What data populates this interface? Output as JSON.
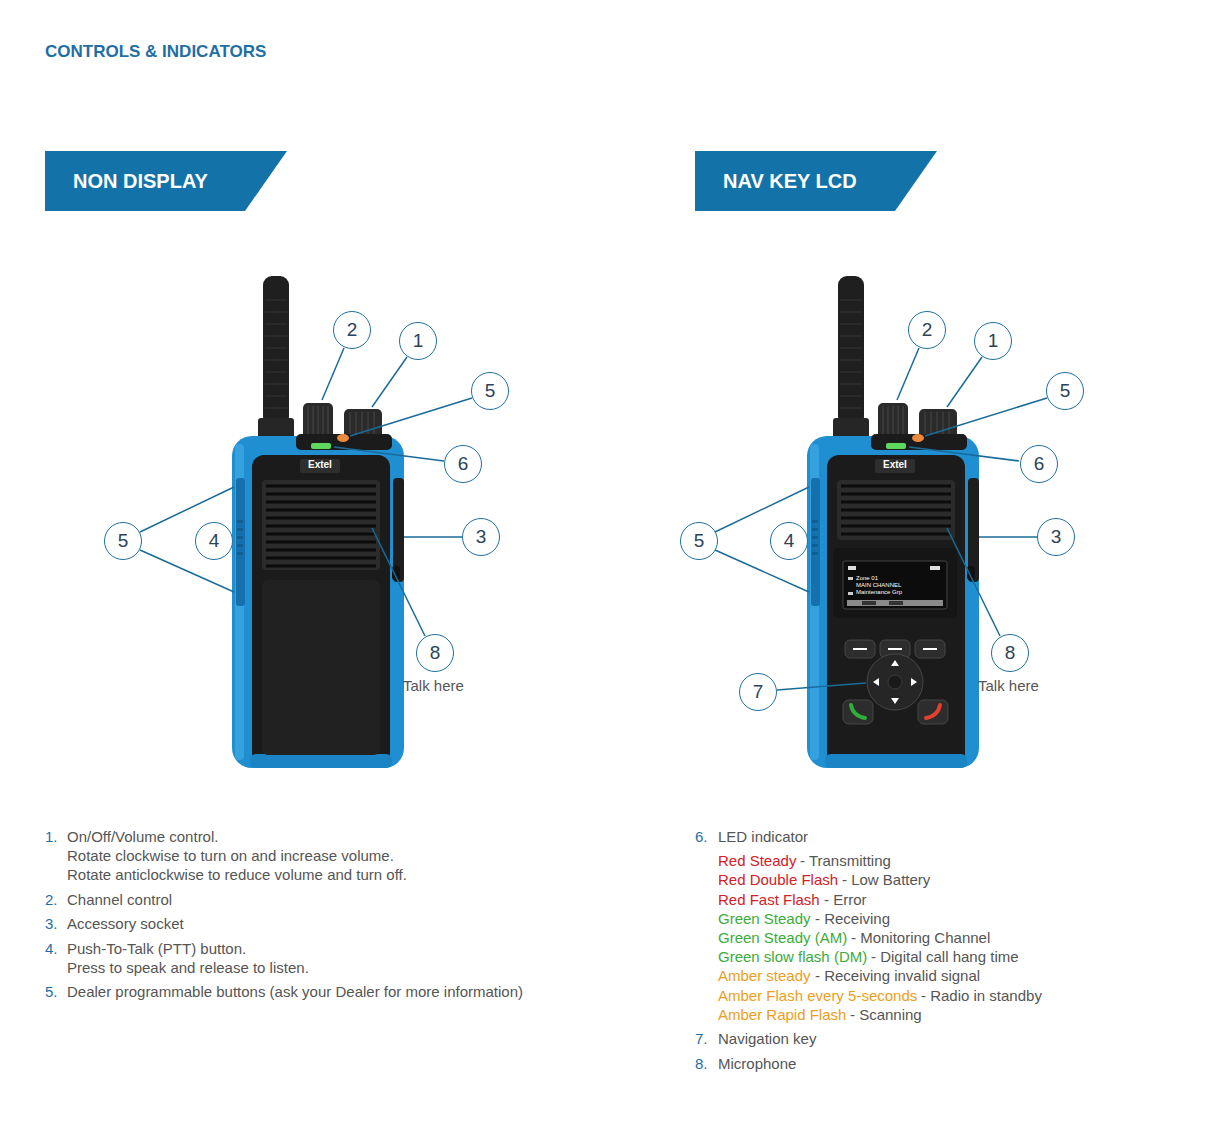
{
  "diagram": {
    "title": "CONTROLS & INDICATORS",
    "nodes": [
      {
        "text": [
          "NON DISPLAY"
        ]
      },
      {
        "text": [
          "NAV KEY LCD"
        ]
      },
      {
        "text": [
          "2"
        ]
      },
      {
        "text": [
          "1"
        ]
      },
      {
        "text": [
          "5"
        ]
      },
      {
        "text": [
          "6"
        ]
      },
      {
        "text": [
          "5"
        ]
      },
      {
        "text": [
          "4"
        ]
      },
      {
        "text": [
          "3"
        ]
      },
      {
        "text": [
          "8"
        ]
      },
      {
        "text": [
          "2"
        ]
      },
      {
        "text": [
          "1"
        ]
      },
      {
        "text": [
          "5"
        ]
      },
      {
        "text": [
          "6"
        ]
      },
      {
        "text": [
          "5"
        ]
      },
      {
        "text": [
          "4"
        ]
      },
      {
        "text": [
          "3"
        ]
      },
      {
        "text": [
          "8"
        ]
      },
      {
        "text": [
          "7"
        ]
      }
    ],
    "labels": [
      "Extel",
      "Extel",
      "Zone 01",
      "MAIN CHANNEL",
      "Maintenance Grp",
      "Talk here",
      "Talk here",
      "1.",
      "On/Off/Volume control.",
      "Rotate clockwise to turn on and increase volume.",
      "Rotate anticlockwise to reduce volume and turn off.",
      "2.",
      "Channel control",
      "3.",
      "Accessory socket",
      "4.",
      "Push-To-Talk (PTT) button.",
      "Press to speak and release to listen.",
      "5.",
      "Dealer programmable buttons (ask your Dealer for more information)",
      "6.",
      "LED indicator",
      "Red Steady",
      "- Transmitting",
      "Red Double Flash",
      "- Low Battery",
      "Red Fast Flash",
      "- Error",
      "Green Steady",
      "- Receiving",
      "Green Steady (AM)",
      "- Monitoring Channel",
      "Green slow flash (DM)",
      "- Digital call hang time",
      "Amber steady",
      "- Receiving invalid signal",
      "Amber Flash every 5-seconds",
      "- Radio in standby",
      "Amber Rapid Flash",
      "- Scanning",
      "7.",
      "Navigation key",
      "8.",
      "Microphone"
    ]
  }
}
